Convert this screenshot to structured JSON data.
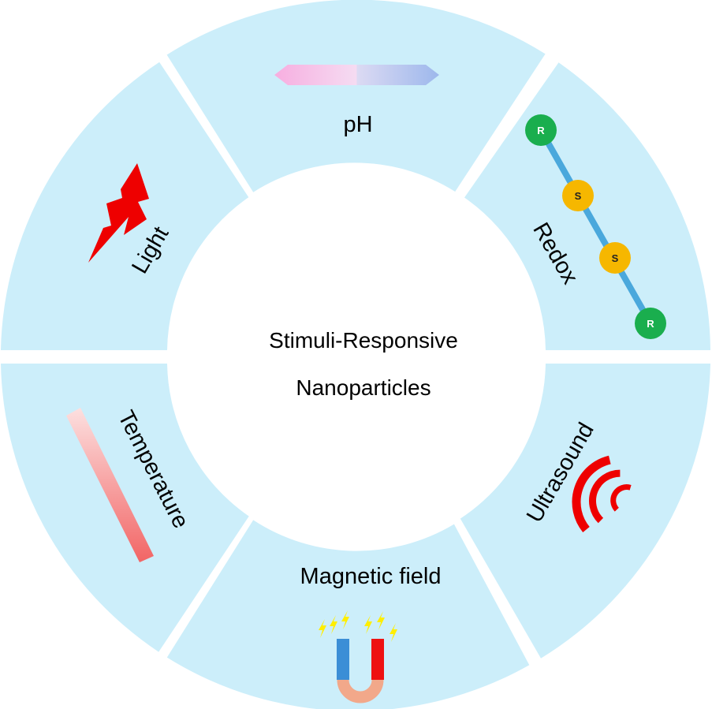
{
  "center": {
    "line1": "Stimuli-Responsive",
    "line2": "Nanoparticles"
  },
  "segments": {
    "ph": {
      "label": "pH",
      "icon": "ph-strip-icon"
    },
    "redox": {
      "label": "Redox",
      "icon": "disulfide-chain-icon",
      "bead_r": "R",
      "bead_s": "S"
    },
    "ultrasound": {
      "label": "Ultrasound",
      "icon": "sound-waves-icon"
    },
    "magnetic": {
      "label": "Magnetic field",
      "icon": "magnet-icon"
    },
    "temperature": {
      "label": "Temperature",
      "icon": "thermometer-gradient-icon"
    },
    "light": {
      "label": "Light",
      "icon": "lightning-icon"
    }
  },
  "colors": {
    "segment_fill": "#cceefa",
    "chain": "#4aa8dc",
    "bead_r": "#1aae4e",
    "bead_s": "#f6b700",
    "accent_red": "#ee0000",
    "magnet_blue": "#3b8ed6",
    "magnet_red": "#ee1111",
    "magnet_bottom": "#f2a88a",
    "sparks": "#ffee00"
  }
}
